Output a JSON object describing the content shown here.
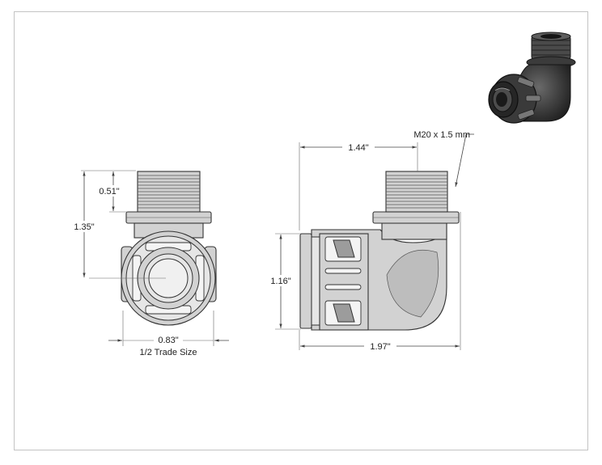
{
  "dimensions": {
    "thread_length": "0.51\"",
    "overall_height": "1.35\"",
    "body_width": "0.83\"",
    "trade_size": "1/2 Trade Size",
    "offset_to_center": "1.44\"",
    "thread_spec": "M20 x 1.5 mm",
    "body_height": "1.16\"",
    "overall_length": "1.97\""
  },
  "colors": {
    "part_fill": "#d2d2d2",
    "part_stroke": "#333333",
    "render_dark": "#2e2e2e",
    "frame": "#c4c4c4"
  }
}
